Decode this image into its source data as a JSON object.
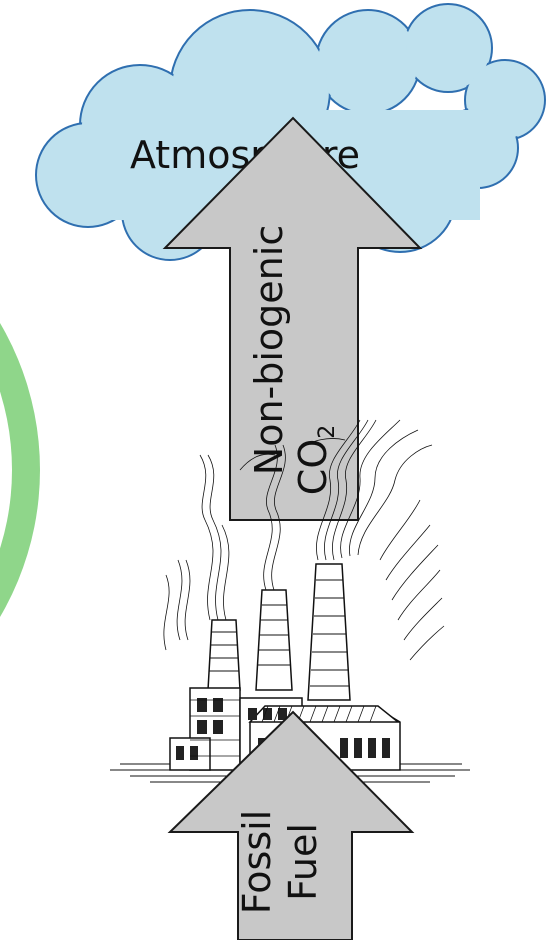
{
  "diagram": {
    "cloud_label": "Atmosphere",
    "emission_arrow": {
      "line1": "Non-biogenic",
      "line2_main": "CO",
      "line2_sub": "2"
    },
    "input_arrow": {
      "line1": "Fossil",
      "line2": "Fuel"
    }
  },
  "colors": {
    "cloud_fill": "#bfe1ee",
    "cloud_stroke": "#2f6fb0",
    "arrow_fill": "#c8c8c8",
    "arrow_stroke": "#1a1a1a",
    "green_circle": "#8fd68a"
  },
  "icons": {
    "factory": "factory-illustration-icon"
  }
}
